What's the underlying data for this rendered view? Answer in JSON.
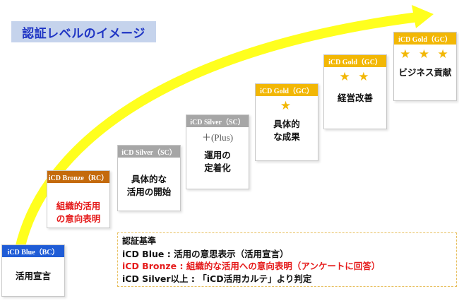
{
  "title": "認証レベルのイメージ",
  "colors": {
    "blue": "#1f5cd6",
    "bronze": "#c46a0c",
    "silver": "#a6a6a6",
    "gold": "#f2b705",
    "arrow": "#ffff1e",
    "red_text": "#e51b1b"
  },
  "levels": [
    {
      "header": "iCD Blue（BC）",
      "body": [
        "活用宣言"
      ],
      "color": "blue",
      "text_color": "black"
    },
    {
      "header": "iCD Bronze（RC）",
      "body": [
        "組織的活用",
        "の意向表明"
      ],
      "color": "bronze",
      "text_color": "red"
    },
    {
      "header": "iCD Silver（SC）",
      "body": [
        "具体的な",
        "活用の開始"
      ],
      "color": "silver",
      "text_color": "black"
    },
    {
      "header": "iCD Silver（SC）",
      "plus": "＋(Plus)",
      "body": [
        "運用の",
        "定着化"
      ],
      "color": "silver",
      "text_color": "black"
    },
    {
      "header": "iCD Gold（GC）",
      "stars": "★",
      "body": [
        "具体的",
        "な成果"
      ],
      "color": "gold",
      "text_color": "black"
    },
    {
      "header": "iCD Gold（GC）",
      "stars": "★ ★",
      "body": [
        "経営改善"
      ],
      "color": "gold",
      "text_color": "black"
    },
    {
      "header": "iCD Gold（GC）",
      "stars": "★ ★ ★",
      "body": [
        "ビジネス貢献"
      ],
      "color": "gold",
      "text_color": "black"
    }
  ],
  "criteria": {
    "title": "認証基準",
    "lines": [
      {
        "text": "iCD Blue : 活用の意思表示（活用宣言）",
        "color": "black"
      },
      {
        "text": "iCD Bronze : 組織的な活用への意向表明（アンケートに回答）",
        "color": "red"
      },
      {
        "text": "iCD Silver以上 : 「iCD活用カルテ」より判定",
        "color": "black"
      }
    ]
  }
}
